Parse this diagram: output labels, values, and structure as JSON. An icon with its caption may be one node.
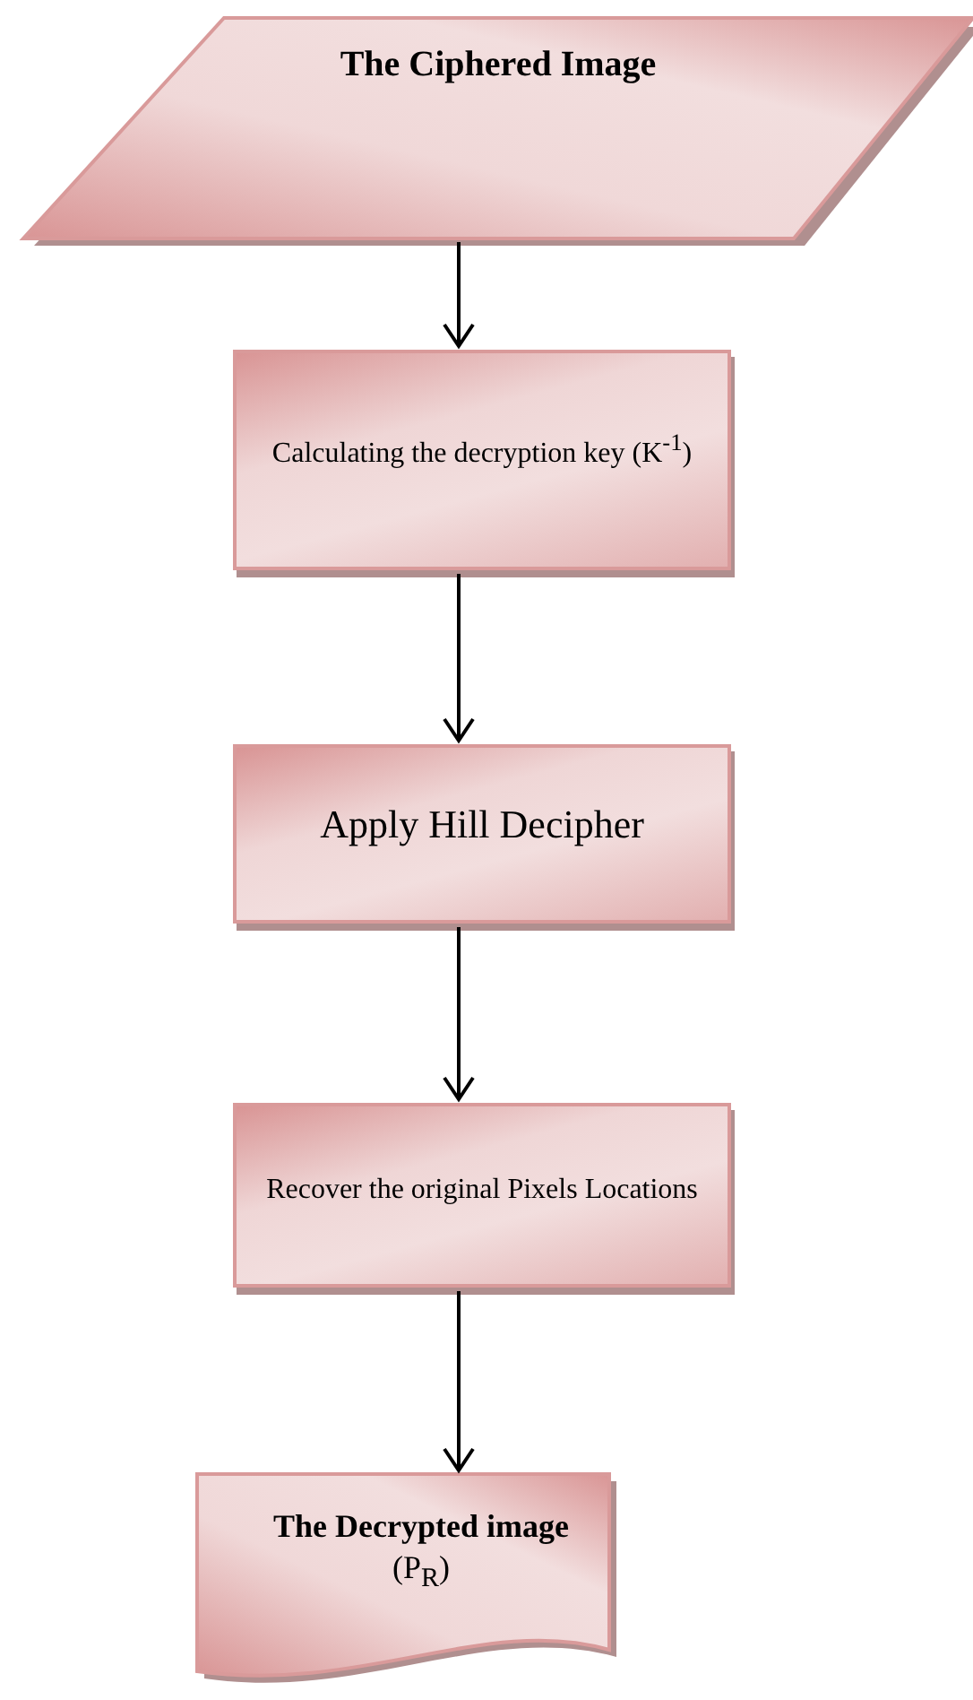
{
  "diagram": {
    "nodes": [
      {
        "text": [
          "The Ciphered Image"
        ]
      },
      {
        "text": [
          "Calculating the decryption key (K$^{-1}$)"
        ]
      },
      {
        "text": [
          "Apply Hill Decipher"
        ]
      },
      {
        "text": [
          "Recover the original Pixels Locations"
        ]
      },
      {
        "text": [
          "The Decrypted image",
          "(P$_{R}$)"
        ]
      }
    ],
    "edges": [
      {
        "from": 0,
        "to": 1,
        "arrow": "to"
      },
      {
        "from": 1,
        "to": 2,
        "arrow": "to"
      },
      {
        "from": 2,
        "to": 3,
        "arrow": "to"
      },
      {
        "from": 3,
        "to": 4,
        "arrow": "to"
      }
    ]
  }
}
